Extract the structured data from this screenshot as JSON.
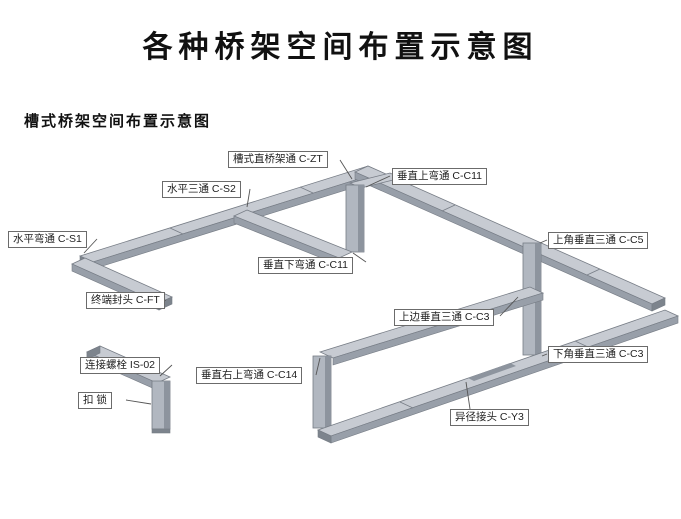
{
  "title": "各种桥架空间布置示意图",
  "subtitle": "槽式桥架空间布置示意图",
  "colors": {
    "background": "#ffffff",
    "tray_top": "#c7cbd2",
    "tray_front": "#989fa9",
    "tray_cap": "#7d848d",
    "edge": "#767c85",
    "label_text": "#222222",
    "leader_line": "#555555"
  },
  "diagram": {
    "labels": [
      {
        "id": "c-zt",
        "text": "槽式直桥架通 C-ZT"
      },
      {
        "id": "c-s2",
        "text": "水平三通 C-S2"
      },
      {
        "id": "c-c11a",
        "text": "垂直上弯通 C-C11"
      },
      {
        "id": "c-s1",
        "text": "水平弯通 C-S1"
      },
      {
        "id": "c-c11b",
        "text": "垂直下弯通 C-C11"
      },
      {
        "id": "c-c5",
        "text": "上角垂直三通 C-C5"
      },
      {
        "id": "c-ft",
        "text": "终端封头 C-FT"
      },
      {
        "id": "c-c3a",
        "text": "上边垂直三通 C-C3"
      },
      {
        "id": "is-02",
        "text": "连接螺栓 IS-02"
      },
      {
        "id": "c-c14",
        "text": "垂直右上弯通 C-C14"
      },
      {
        "id": "c-c3b",
        "text": "下角垂直三通 C-C3"
      },
      {
        "id": "kousuo",
        "text": "扣 锁"
      },
      {
        "id": "c-y3",
        "text": "异径接头 C-Y3"
      }
    ]
  }
}
